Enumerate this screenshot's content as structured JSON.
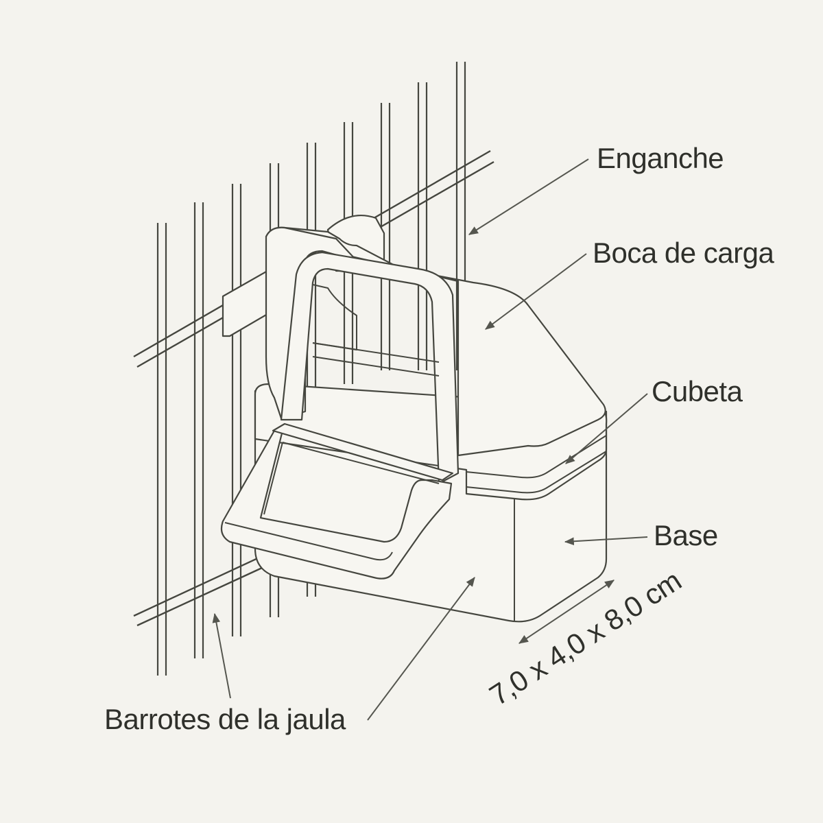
{
  "labels": {
    "hook": "Enganche",
    "loading_mouth": "Boca de carga",
    "tray": "Cubeta",
    "base": "Base",
    "cage_bars": "Barrotes de la jaula",
    "dimensions": "7,0 x 4,0 x 8,0 cm"
  },
  "colors": {
    "background": "#f4f3ee",
    "line": "#45463f",
    "text": "#2f302b"
  }
}
